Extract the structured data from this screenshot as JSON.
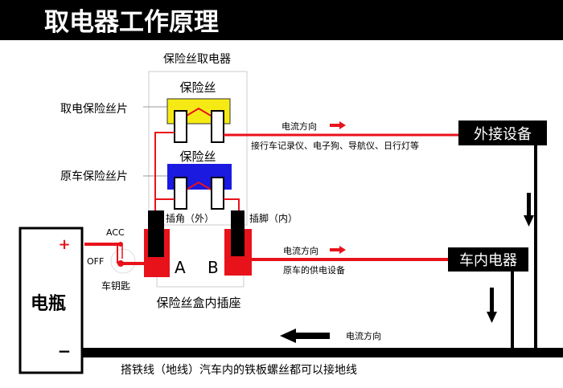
{
  "title": "取电器工作原理",
  "fuse_tap_label": "保险丝取电器",
  "fuse_top_label": "保险丝",
  "fuse_bottom_label": "保险丝",
  "tap_fuse_blade_label": "取电保险丝片",
  "original_fuse_blade_label": "原车保险丝片",
  "outer_prong_label": "插角（外）",
  "inner_prong_label": "插脚（内）",
  "socket_a": "A",
  "socket_b": "B",
  "socket_label": "保险丝盒内插座",
  "current_direction_1": "电流方向",
  "external_devices_note": "接行车记录仪、电子狗、导航仪、日行灯等",
  "external_devices_box": "外接设备",
  "current_direction_2": "电流方向",
  "original_supply_note": "原车的供电设备",
  "car_appliances_box": "车内电器",
  "current_direction_3": "电流方向",
  "battery": {
    "label": "电瓶",
    "plus": "+",
    "minus": "−"
  },
  "key": {
    "acc": "ACC",
    "off": "OFF",
    "label": "车钥匙"
  },
  "ground_note": "搭铁线（地线）汽车内的铁板螺丝都可以接地线",
  "colors": {
    "red": "#e8121b",
    "yellow": "#f5ea14",
    "blue": "#1a1ae0",
    "black": "#000000"
  }
}
